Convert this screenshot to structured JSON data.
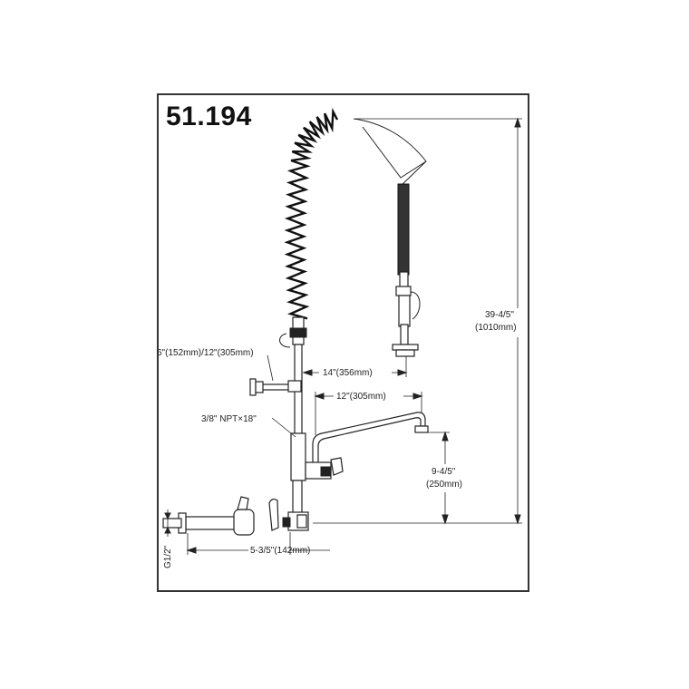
{
  "model_number": "51.194",
  "colors": {
    "line": "#222222",
    "frame": "#333333",
    "background": "#ffffff"
  },
  "dimensions": {
    "riser_height": "6\"(152mm)/12\"(305mm)",
    "spring_reach": "14\"(356mm)",
    "spout_length": "12\"(305mm)",
    "supply_pipe": "3/8\" NPT×18\"",
    "overall_height_in": "39-4/5\"",
    "overall_height_mm": "(1010mm)",
    "spout_height_in": "9-4/5\"",
    "spout_height_mm": "(250mm)",
    "inlet_offset": "5-3/5\"(142mm)",
    "inlet_thread": "G1/2\""
  }
}
